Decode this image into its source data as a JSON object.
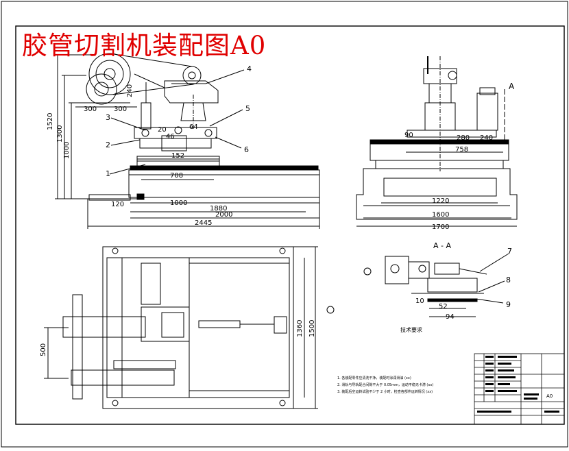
{
  "title": "胶管切割机装配图A0",
  "colors": {
    "ink": "#000000",
    "title": "#e00000",
    "paper": "#ffffff"
  },
  "front_view": {
    "balloons": [
      "1",
      "2",
      "3",
      "4",
      "5",
      "6"
    ],
    "dims": {
      "d300a": "300",
      "d300b": "300",
      "d20": "20",
      "d64": "64",
      "d46": "46",
      "d152": "152",
      "d708": "708",
      "d120": "120",
      "d1000": "1000",
      "d1880": "1880",
      "d2000": "2000",
      "d2445": "2445",
      "v1520": "1520",
      "v1300": "1300",
      "v1000": "1000",
      "v240": "240"
    }
  },
  "side_view": {
    "section_mark": "A",
    "dims": {
      "d90": "90",
      "d280": "280",
      "d240": "240",
      "d758": "758",
      "d1220": "1220",
      "d1600": "1600",
      "d1700": "1700"
    }
  },
  "plan_view": {
    "dims": {
      "v500": "500",
      "v1360": "1360",
      "v1500": "1500"
    }
  },
  "section_view": {
    "label": "A - A",
    "balloons": [
      "7",
      "8",
      "9",
      "10"
    ],
    "dims": {
      "d52": "52",
      "d94": "94"
    }
  },
  "tech_heading": "技术要求",
  "notes": [
    "1. 各装配零件应清洗干净，装配时涂润滑油 (xx)",
    "2. 滑轨与导轨配合间隙不大于 0.05mm，运动平稳无卡滞 (xx)",
    "3. 装配后空运转试验不少于 2 小时，检查各部件运转情况 (xx)"
  ],
  "title_block": {
    "scale": "A0"
  }
}
